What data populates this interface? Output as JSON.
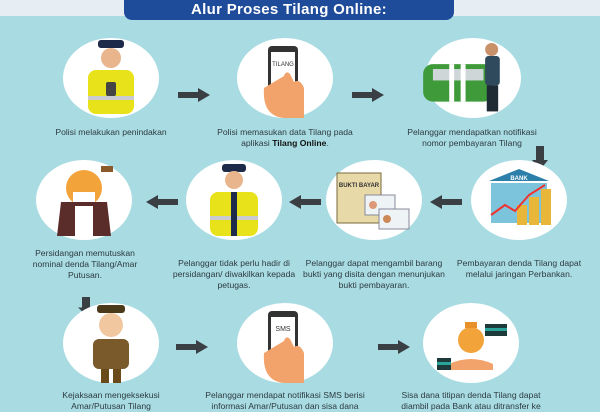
{
  "title": "Alur Proses Tilang Online:",
  "steps": [
    {
      "text": "Polisi melakukan penindakan"
    },
    {
      "text": "Polisi memasukan data Tilang pada aplikasi",
      "bold": "Tilang Online",
      "suffix": ".",
      "screen": "TILANG"
    },
    {
      "text": "Pelanggar mendapatkan notifikasi nomor pembayaran Tilang"
    },
    {
      "text": "Pembayaran denda Tilang dapat melalui jaringan Perbankan.",
      "sign": "BANK"
    },
    {
      "text": "Pelanggar dapat mengambil barang bukti yang disita dengan menunjukan bukti pembayaran.",
      "sign": "BUKTI BAYAR"
    },
    {
      "text": "Pelanggar tidak perlu hadir di persidangan/ diwakilkan kepada petugas."
    },
    {
      "text": "Persidangan memutuskan nominal denda Tilang/Amar Putusan."
    },
    {
      "text": "Kejaksaan mengeksekusi Amar/Putusan Tilang"
    },
    {
      "text": "Pelanggar mendapat notifikasi SMS berisi informasi Amar/Putusan dan sisa dana",
      "screen": "SMS"
    },
    {
      "text": "Sisa dana titipan denda Tilang dapat diambil pada Bank atau ditransfer ke"
    }
  ],
  "colors": {
    "background": "#a8dce2",
    "title_bg": "#1f4c9a",
    "arrow": "#3a3f44"
  }
}
